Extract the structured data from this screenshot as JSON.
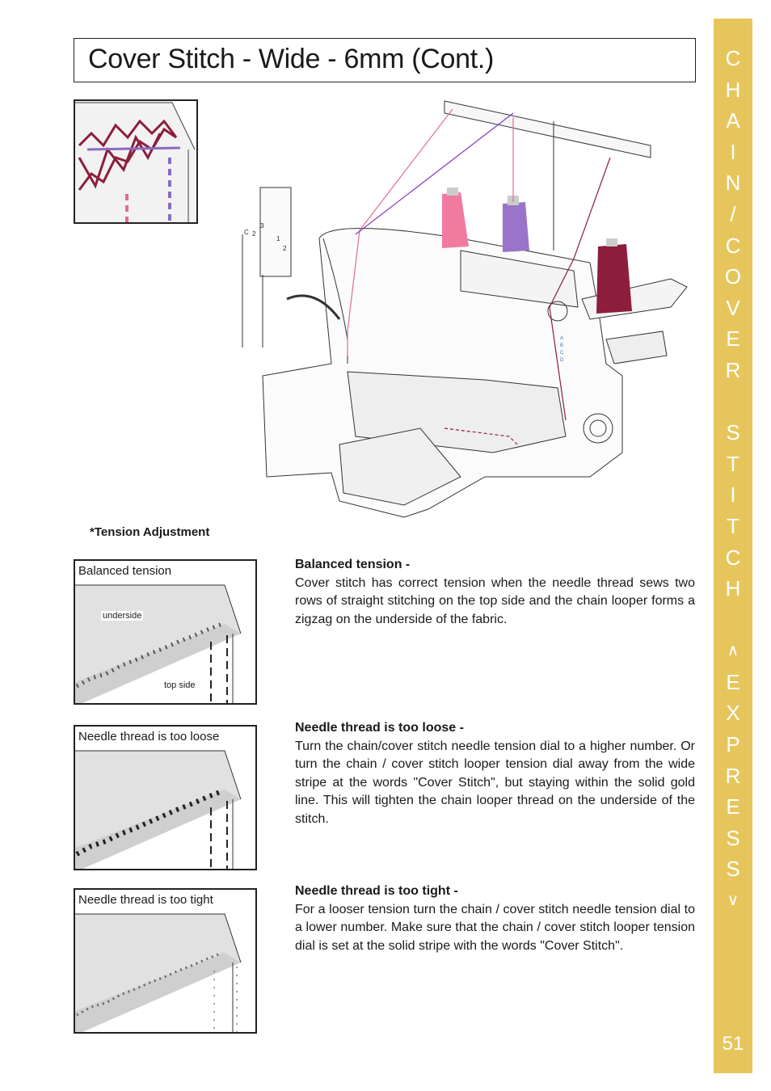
{
  "page": {
    "title": "Cover Stitch - Wide - 6mm (Cont.)",
    "page_number": "51"
  },
  "side_tab": {
    "letters": [
      "C",
      "H",
      "A",
      "I",
      "N",
      "/",
      "C",
      "O",
      "V",
      "E",
      "R",
      "",
      "S",
      "T",
      "I",
      "T",
      "C",
      "H",
      "",
      "∧",
      "E",
      "X",
      "P",
      "R",
      "E",
      "S",
      "S",
      "∨"
    ]
  },
  "figure": {
    "callout_letters": [
      "C",
      "2",
      "3",
      "1",
      "2"
    ],
    "thread_guide_letters": [
      "A",
      "B",
      "C",
      "D"
    ]
  },
  "tension": {
    "heading": "*Tension Adjustment",
    "panels": [
      {
        "label": "Balanced tension",
        "underside": "underside",
        "topside": "top side"
      },
      {
        "label": "Needle thread is too loose"
      },
      {
        "label": "Needle thread is too tight"
      }
    ],
    "descriptions": [
      {
        "heading": "Balanced tension -",
        "body": "Cover stitch has correct tension when the needle thread sews two rows of straight stitching on the top side and the chain looper forms a zigzag on the underside of the fabric."
      },
      {
        "heading": "Needle thread is too loose -",
        "body": "Turn the chain/cover stitch needle tension dial to a higher number. Or turn the chain / cover stitch looper tension dial away from the wide stripe at the words \"Cover Stitch\", but staying within the solid gold line.  This will tighten the chain looper thread on the underside of the stitch."
      },
      {
        "heading": "Needle thread is too tight -",
        "body": "For a looser tension turn the chain / cover stitch needle tension dial to a lower number.  Make sure that the chain / cover stitch looper tension dial is set at the solid stripe with the words \"Cover Stitch\"."
      }
    ]
  },
  "colors": {
    "tab": "#e6c65c",
    "pink_thread": "#f07aa0",
    "purple_thread": "#9a74c8",
    "maroon_thread": "#8c1d3c"
  }
}
